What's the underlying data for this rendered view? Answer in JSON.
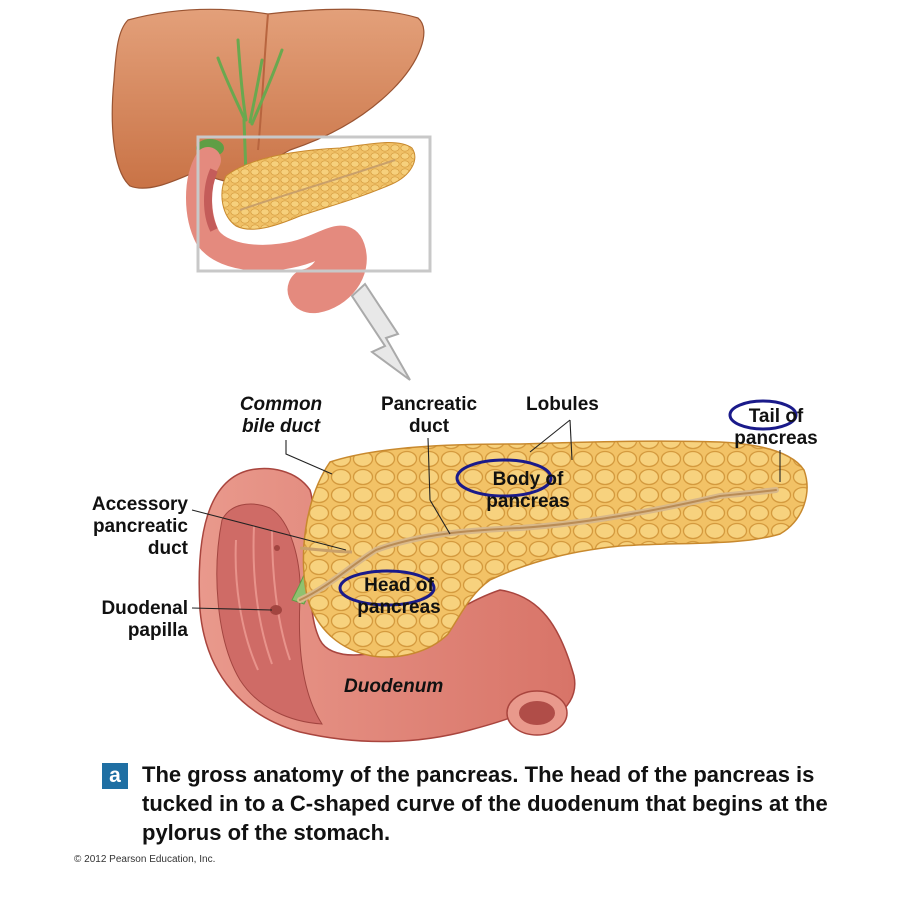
{
  "labels": {
    "common_bile_duct": [
      "Common",
      "bile duct"
    ],
    "pancreatic_duct": [
      "Pancreatic",
      "duct"
    ],
    "lobules": "Lobules",
    "tail": [
      "Tail of",
      "pancreas"
    ],
    "body": [
      "Body of",
      "pancreas"
    ],
    "head": [
      "Head of",
      "pancreas"
    ],
    "accessory_duct": [
      "Accessory",
      "pancreatic",
      "duct"
    ],
    "duodenal_papilla": [
      "Duodenal",
      "papilla"
    ],
    "duodenum": "Duodenum"
  },
  "caption": {
    "badge": "a",
    "text": "The gross anatomy of the pancreas. The head of the pancreas is tucked in to a C-shaped curve of the duodenum that begins at the pylorus of the stomach."
  },
  "copyright": "© 2012 Pearson Education, Inc.",
  "colors": {
    "liver": "#d98a5e",
    "liver_dark": "#b8653f",
    "pancreas": "#f2c266",
    "pancreas_dark": "#d79a3a",
    "duodenum": "#e48a7e",
    "duodenum_inner": "#c45c5a",
    "bile": "#6aa84f",
    "highlight_circle": "#1a1a8a",
    "badge": "#1f6fa3"
  }
}
